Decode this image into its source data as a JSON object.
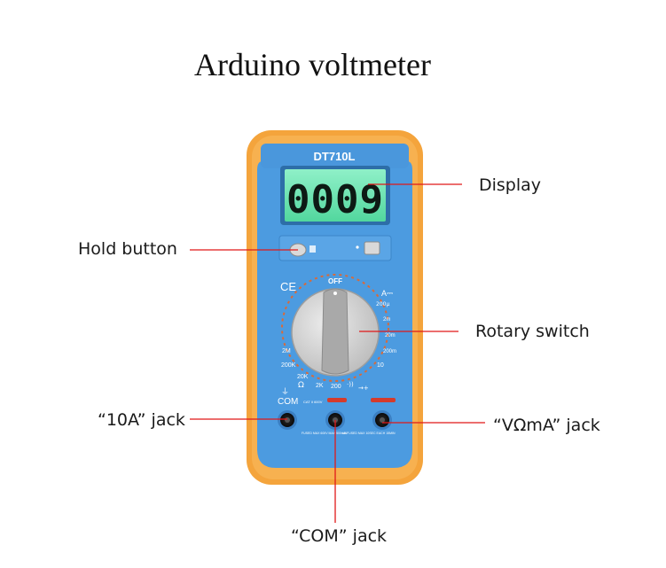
{
  "title": "Arduino voltmeter",
  "meter": {
    "model": "DT710L",
    "display_value": "0009",
    "ce_mark": "CE",
    "dial": {
      "off": "OFF",
      "amps_symbol": "A⎓",
      "left_labels": [
        "2M",
        "200K",
        "20K",
        "Ω",
        "2K",
        "200"
      ],
      "right_labels": [
        "200μ",
        "2m",
        "20m",
        "200m",
        "10"
      ],
      "bottom_symbols": [
        "·))",
        "→+"
      ]
    },
    "jack_labels": {
      "com": "COM",
      "ground": "⏚",
      "cat": "CAT II 600V",
      "fused": "FUSED MAX 600V MAX 500mA",
      "unfused": "UNFUSED MAX 10SEC EACH 15MIN"
    },
    "colors": {
      "bumper": "#f5a23a",
      "body": "#4a98dc",
      "display": "#6fe3b0",
      "knob": "#d4d4d4",
      "callout_line": "#e01818"
    }
  },
  "callouts": {
    "display": "Display",
    "hold_button": "Hold button",
    "rotary_switch": "Rotary switch",
    "jack_10a": "“10A” jack",
    "jack_vomega": "“VΩmA” jack",
    "jack_com": "“COM” jack"
  }
}
